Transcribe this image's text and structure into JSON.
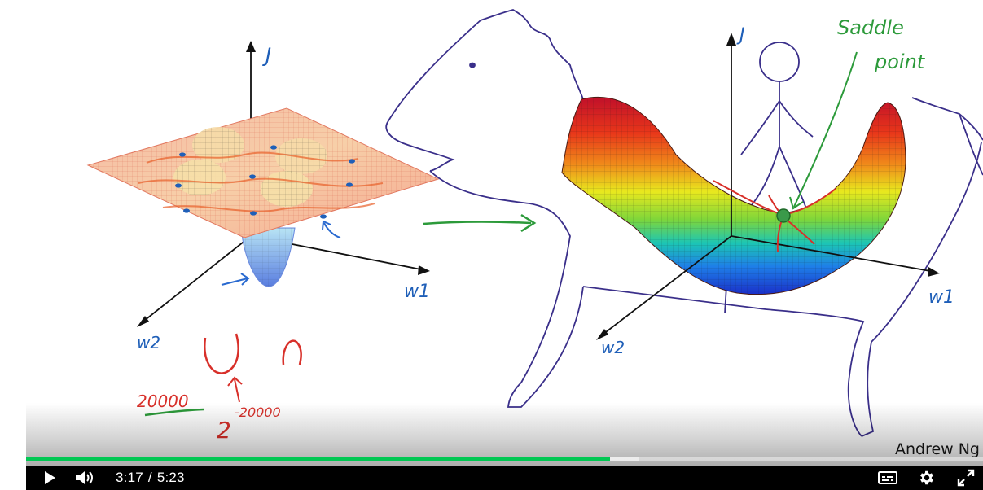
{
  "video": {
    "current_time": "3:17",
    "separator": "/",
    "duration": "5:23",
    "progress_played": 0.61,
    "progress_loaded": 0.64,
    "watermark": "Andrew Ng"
  },
  "slide": {
    "left_plot": {
      "axis_vertical": "J",
      "axis_right": "w1",
      "axis_left": "w2"
    },
    "right_plot": {
      "axis_vertical": "J",
      "axis_right": "w1",
      "axis_left": "w2"
    },
    "annotation_saddle_line1": "Saddle",
    "annotation_saddle_line2": "point",
    "note_number": "20000",
    "note_power_base": "2",
    "note_power_exp": "-20000"
  },
  "controls": {
    "play_icon": "play-icon",
    "volume_icon": "volume-icon",
    "captions_icon": "captions-icon",
    "settings_icon": "gear-icon",
    "fullscreen_icon": "fullscreen-icon",
    "accent_color": "#00c853",
    "bar_color": "#000000"
  }
}
